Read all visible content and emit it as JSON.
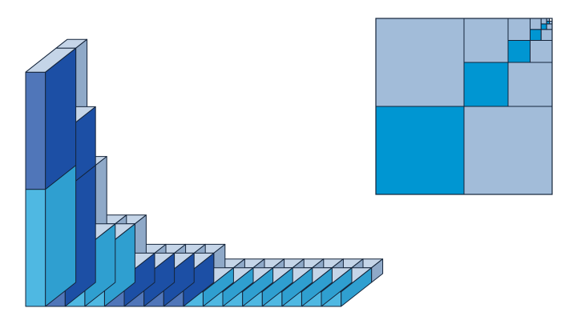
{
  "palette": {
    "top_face": "#c5d5e8",
    "pale_blue": "#a2bcd9",
    "light_cyan": "#4fb8e2",
    "cyan": "#0096d2",
    "mid_blue": "#5076b9",
    "dark_blue": "#1c4fa5",
    "outline": "#14243a"
  },
  "staircase": {
    "columns": [
      {
        "stack": [
          {
            "units": 6,
            "tone": "light_cyan"
          },
          {
            "units": 6,
            "tone": "mid_blue"
          }
        ]
      },
      {
        "stack": [
          {
            "units": 6,
            "tone": "mid_blue"
          },
          {
            "units": 3,
            "tone": "mid_blue"
          }
        ]
      },
      {
        "stack": [
          {
            "units": 3,
            "tone": "light_cyan"
          }
        ]
      },
      {
        "stack": [
          {
            "units": 3,
            "tone": "light_cyan"
          }
        ]
      },
      {
        "stack": [
          {
            "units": 1.5,
            "tone": "mid_blue"
          }
        ]
      },
      {
        "stack": [
          {
            "units": 1.5,
            "tone": "mid_blue"
          }
        ]
      },
      {
        "stack": [
          {
            "units": 1.5,
            "tone": "mid_blue"
          }
        ]
      },
      {
        "stack": [
          {
            "units": 1.5,
            "tone": "mid_blue"
          }
        ]
      },
      {
        "stack": [
          {
            "units": 0.75,
            "tone": "light_cyan"
          }
        ]
      },
      {
        "stack": [
          {
            "units": 0.75,
            "tone": "light_cyan"
          }
        ]
      },
      {
        "stack": [
          {
            "units": 0.75,
            "tone": "light_cyan"
          }
        ]
      },
      {
        "stack": [
          {
            "units": 0.75,
            "tone": "light_cyan"
          }
        ]
      },
      {
        "stack": [
          {
            "units": 0.75,
            "tone": "light_cyan"
          }
        ]
      },
      {
        "stack": [
          {
            "units": 0.75,
            "tone": "light_cyan"
          }
        ]
      },
      {
        "stack": [
          {
            "units": 0.75,
            "tone": "light_cyan"
          }
        ]
      },
      {
        "stack": [
          {
            "units": 0.75,
            "tone": "light_cyan"
          }
        ]
      }
    ],
    "back_columns": [
      {
        "units": 12,
        "tone": "pale_blue"
      },
      {
        "units": 6,
        "tone": "pale_blue"
      },
      {
        "units": 3,
        "tone": "pale_blue"
      },
      {
        "units": 3,
        "tone": "pale_blue"
      },
      {
        "units": 1.5,
        "tone": "pale_blue"
      },
      {
        "units": 1.5,
        "tone": "pale_blue"
      },
      {
        "units": 1.5,
        "tone": "pale_blue"
      },
      {
        "units": 1.5,
        "tone": "pale_blue"
      },
      {
        "units": 0.75,
        "tone": "pale_blue"
      },
      {
        "units": 0.75,
        "tone": "pale_blue"
      },
      {
        "units": 0.75,
        "tone": "pale_blue"
      },
      {
        "units": 0.75,
        "tone": "pale_blue"
      },
      {
        "units": 0.75,
        "tone": "pale_blue"
      },
      {
        "units": 0.75,
        "tone": "pale_blue"
      },
      {
        "units": 0.75,
        "tone": "pale_blue"
      },
      {
        "units": 0.75,
        "tone": "pale_blue"
      }
    ]
  },
  "square_partition": {
    "levels": 6,
    "highlighted_tone": "cyan",
    "base_tone": "pale_blue"
  }
}
